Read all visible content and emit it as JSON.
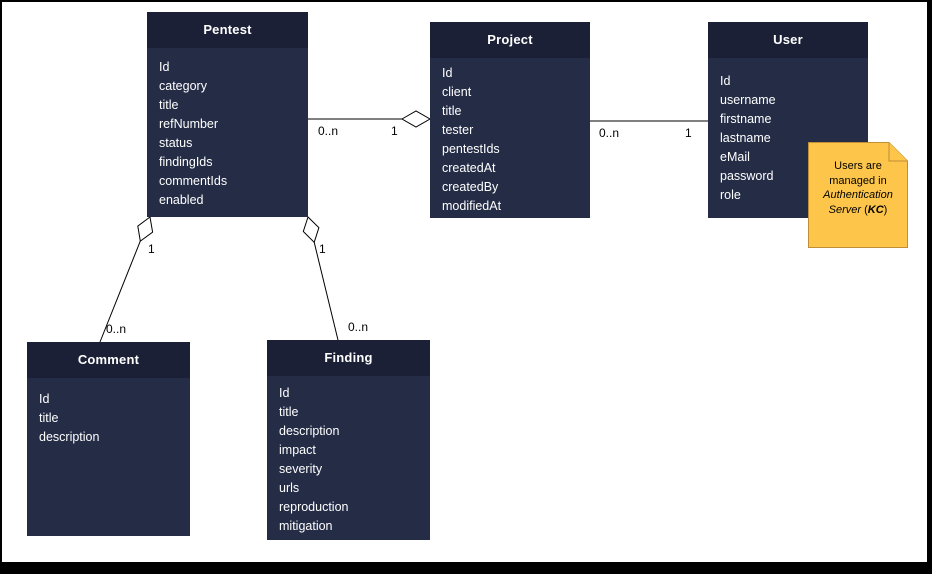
{
  "entities": [
    {
      "name": "Pentest",
      "fields": [
        "Id",
        "category",
        "title",
        "refNumber",
        "status",
        "findingIds",
        "commentIds",
        "enabled"
      ]
    },
    {
      "name": "Project",
      "fields": [
        "Id",
        "client",
        "title",
        "tester",
        "pentestIds",
        "createdAt",
        "createdBy",
        "modifiedAt"
      ]
    },
    {
      "name": "User",
      "fields": [
        "Id",
        "username",
        "firstname",
        "lastname",
        "eMail",
        "password",
        "role"
      ]
    },
    {
      "name": "Comment",
      "fields": [
        "Id",
        "title",
        "description"
      ]
    },
    {
      "name": "Finding",
      "fields": [
        "Id",
        "title",
        "description",
        "impact",
        "severity",
        "urls",
        "reproduction",
        "mitigation"
      ]
    }
  ],
  "relationships": [
    {
      "from": "Pentest",
      "to": "Project",
      "from_label": "0..n",
      "to_label": "1",
      "type": "aggregation"
    },
    {
      "from": "Project",
      "to": "User",
      "from_label": "0..n",
      "to_label": "1",
      "type": "association"
    },
    {
      "from": "Comment",
      "to": "Pentest",
      "from_label": "0..n",
      "to_label": "1",
      "type": "aggregation"
    },
    {
      "from": "Finding",
      "to": "Pentest",
      "from_label": "0..n",
      "to_label": "1",
      "type": "aggregation"
    }
  ],
  "note": {
    "text_normal": "Users are managed in",
    "text_italic": "Authentication Server",
    "paren_open": "(",
    "text_kc": "KC",
    "paren_close": ")"
  },
  "colors": {
    "entity_header": "#1B2036",
    "entity_body": "#242C46",
    "entity_text": "#FFFFFF",
    "note_fill": "#FDC64B",
    "note_stroke": "#BE8F35",
    "connector": "#000000"
  }
}
